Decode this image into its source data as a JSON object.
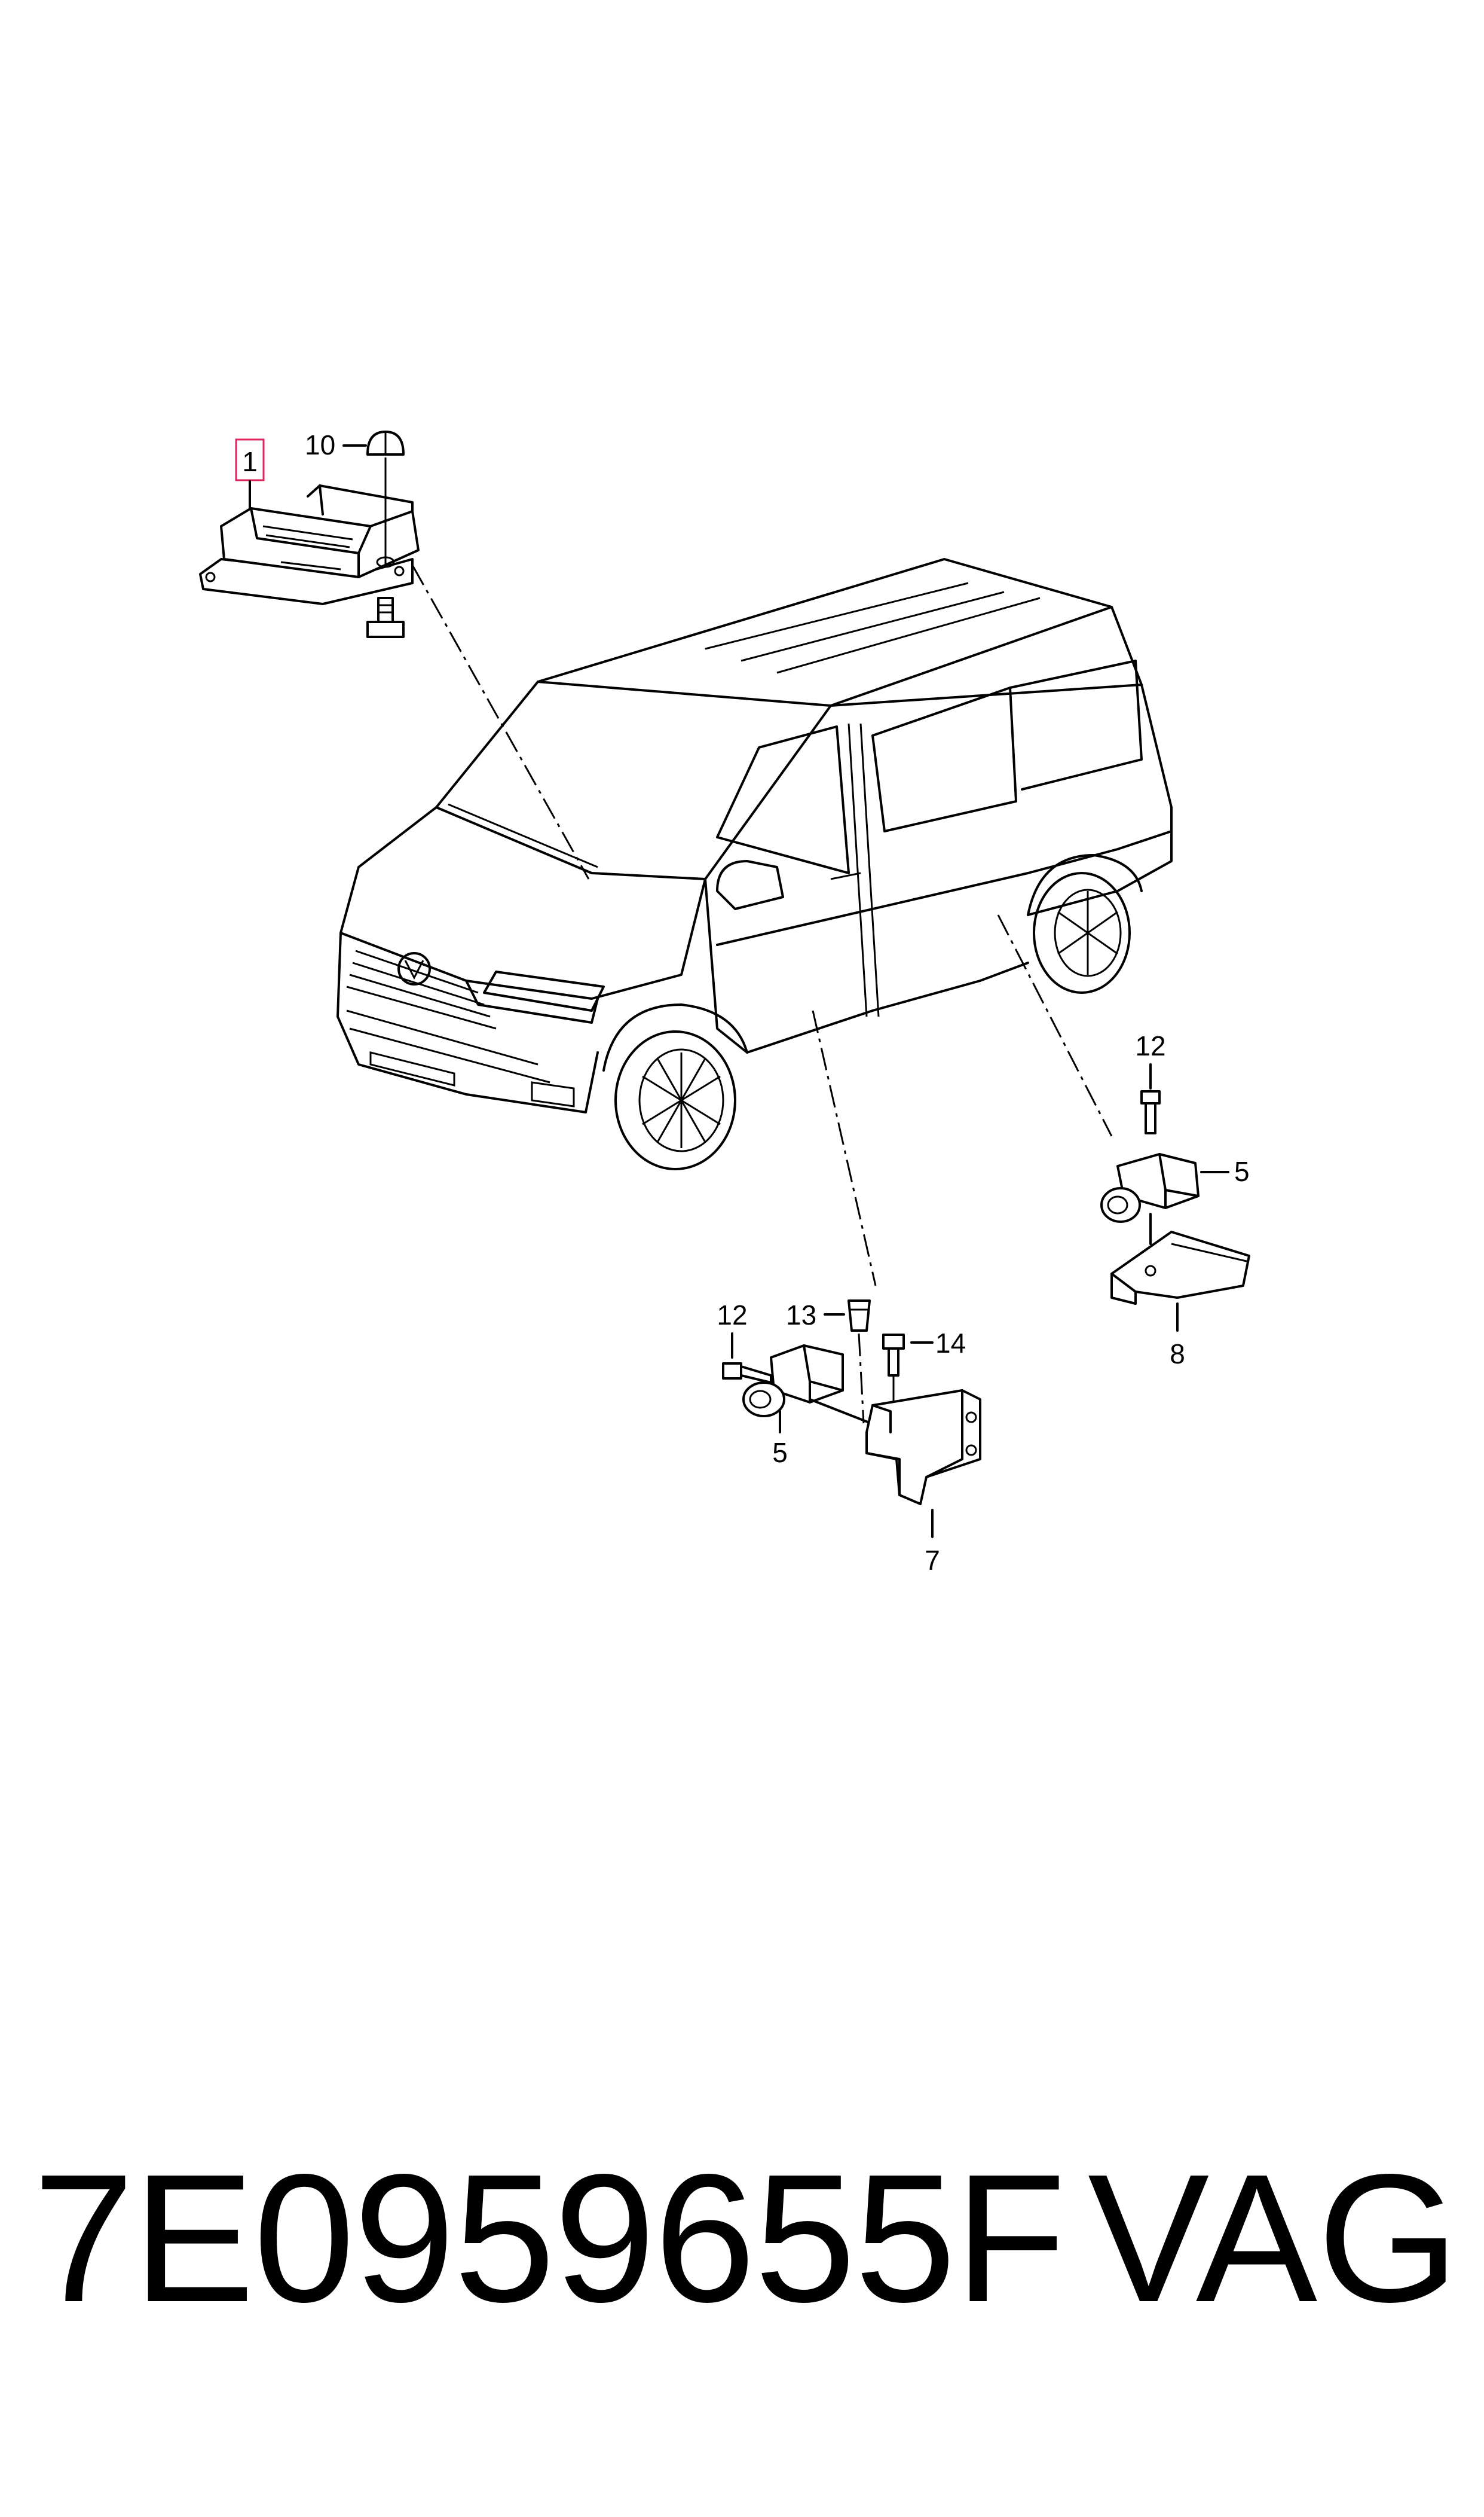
{
  "diagram": {
    "callouts": {
      "c1": "1",
      "c10": "10",
      "c12_right": "12",
      "c5_right": "5",
      "c8": "8",
      "c12_left": "12",
      "c13": "13",
      "c14": "14",
      "c5_left": "5",
      "c7": "7"
    },
    "highlight_color": "#e0245e"
  },
  "footer": {
    "part_number": "7E0959655F",
    "brand": "VAG"
  }
}
